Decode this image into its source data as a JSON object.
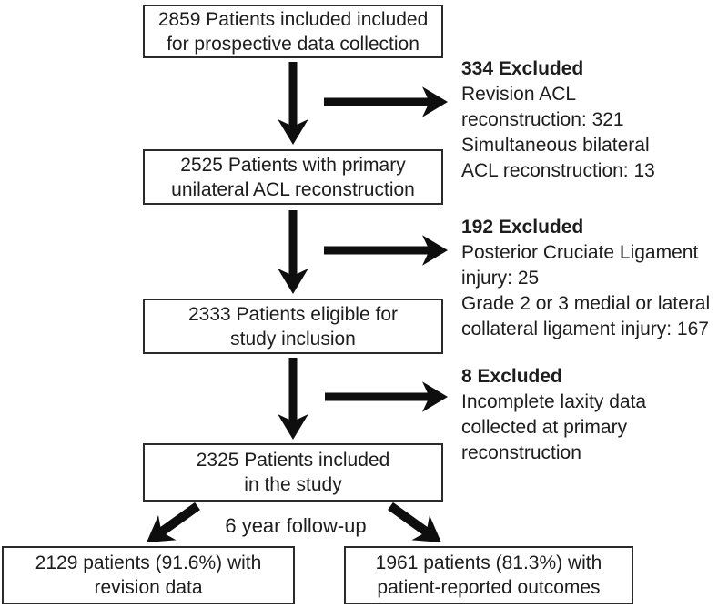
{
  "flow": {
    "boxes": [
      {
        "id": "enrolled",
        "lines": [
          "2859 Patients included included",
          "for prospective data collection"
        ]
      },
      {
        "id": "primary",
        "lines": [
          "2525 Patients with primary",
          "unilateral ACL reconstruction"
        ]
      },
      {
        "id": "eligible",
        "lines": [
          "2333 Patients eligible for",
          "study inclusion"
        ]
      },
      {
        "id": "included",
        "lines": [
          "2325 Patients included",
          "in the study"
        ]
      },
      {
        "id": "revision",
        "lines": [
          "2129 patients (91.6%) with",
          "revision data"
        ]
      },
      {
        "id": "outcomes",
        "lines": [
          "1961 patients (81.3%) with",
          "patient-reported outcomes"
        ]
      }
    ],
    "exclusions": [
      {
        "header": "334 Excluded",
        "lines": [
          "Revision ACL",
          "reconstruction: 321",
          "Simultaneous bilateral",
          "ACL reconstruction: 13"
        ]
      },
      {
        "header": "192 Excluded",
        "lines": [
          "Posterior Cruciate Ligament",
          "injury: 25",
          "Grade 2 or 3 medial or lateral",
          "collateral ligament injury: 167"
        ]
      },
      {
        "header": "8 Excluded",
        "lines": [
          "Incomplete laxity data",
          "collected at primary",
          "reconstruction"
        ]
      }
    ],
    "follow_up_label": "6 year follow-up",
    "colors": {
      "ink": "#1d1d1d",
      "box_border": "#2b2b2b",
      "arrow": "#0e0e0e",
      "background": "#ffffff"
    }
  }
}
